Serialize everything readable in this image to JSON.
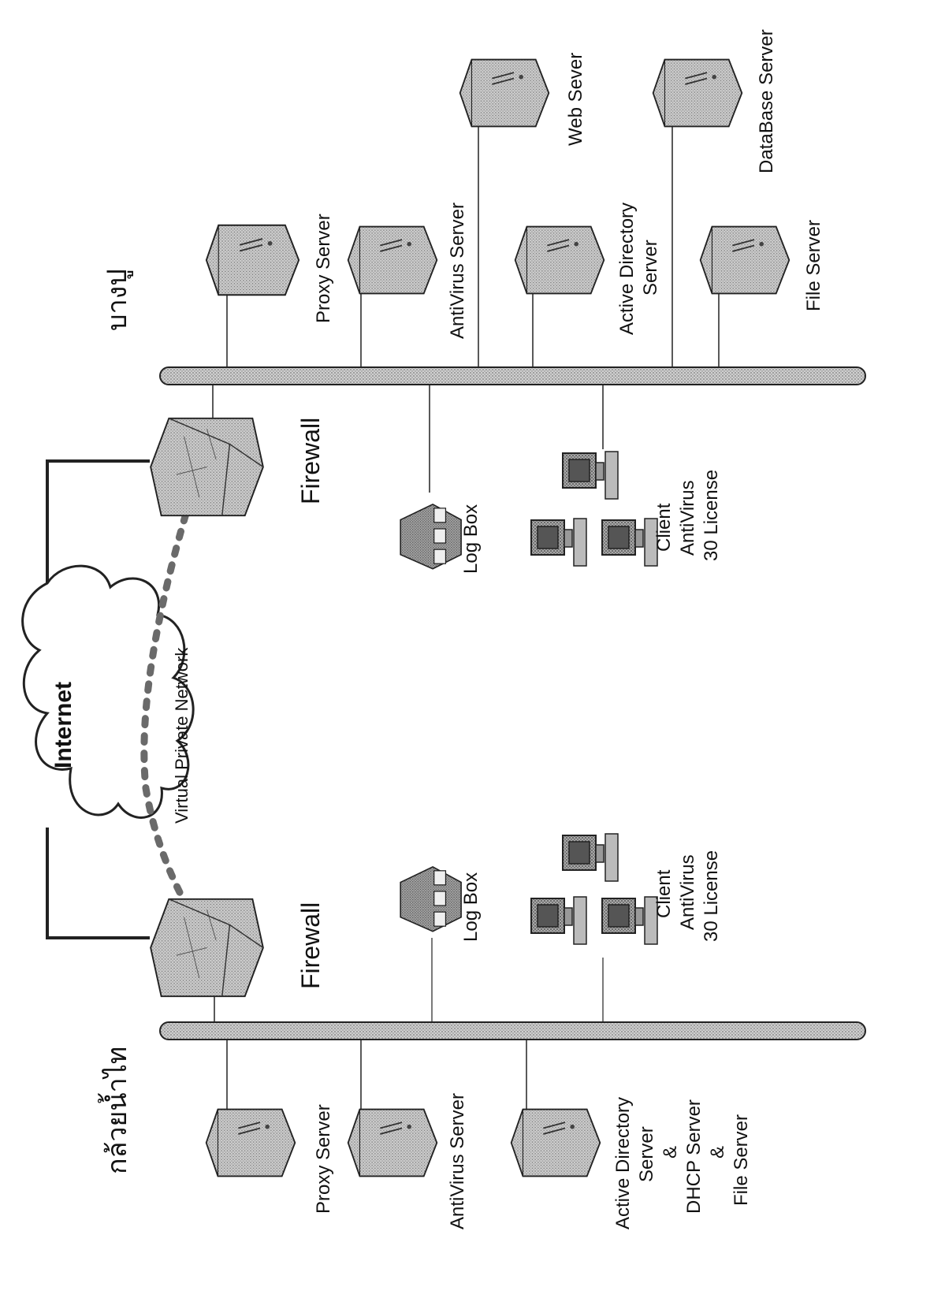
{
  "internet": {
    "label": "Internet"
  },
  "vpn": {
    "label": "Virtual Private Network"
  },
  "sites": {
    "bangpu": {
      "name": "บางปู",
      "firewall": "Firewall",
      "logbox": "Log Box",
      "client": {
        "line1": "Client",
        "line2": "AntiVirus",
        "line3": "30 License"
      },
      "servers": {
        "proxy": "Proxy Server",
        "antivirus": "AntiVirus Server",
        "ad1": "Active Directory",
        "ad2": "Server",
        "file": "File Server",
        "web": "Web Sever",
        "db": "DataBase Server"
      }
    },
    "kluainamthai": {
      "name": "กล้วยน้ำไท",
      "firewall": "Firewall",
      "logbox": "Log Box",
      "client": {
        "line1": "Client",
        "line2": "AntiVirus",
        "line3": "30 License"
      },
      "servers": {
        "proxy": "Proxy Server",
        "antivirus": "AntiVirus Server",
        "ad1": "Active Directory",
        "ad2": "Server",
        "amp1": "&",
        "dhcp": "DHCP Server",
        "amp2": "&",
        "file": "File Server"
      }
    }
  },
  "colors": {
    "line": "#222222",
    "bus_fill": "#c8c8c8",
    "device_fill": "#bdbdbd",
    "device_dark": "#8a8a8a",
    "vpn_dash": "#6a6a6a"
  }
}
